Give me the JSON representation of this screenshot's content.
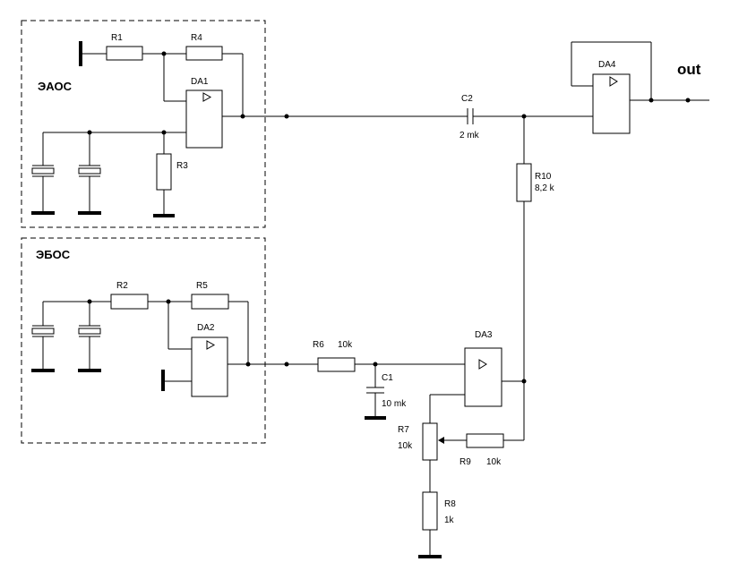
{
  "blocks": {
    "eaos": "ЭАОС",
    "ebos": "ЭБОС"
  },
  "output": "out",
  "components": {
    "r1": "R1",
    "r2": "R2",
    "r3": "R3",
    "r4": "R4",
    "r5": "R5",
    "r6": "R6",
    "r6_value": "10k",
    "r7": "R7",
    "r7_value": "10k",
    "r8": "R8",
    "r8_value": "1k",
    "r9": "R9",
    "r9_value": "10k",
    "r10": "R10",
    "r10_value": "8,2 k",
    "c1": "C1",
    "c1_value": "10 mk",
    "c2": "C2",
    "c2_value": "2 mk",
    "da1": "DA1",
    "da2": "DA2",
    "da3": "DA3",
    "da4": "DA4"
  }
}
